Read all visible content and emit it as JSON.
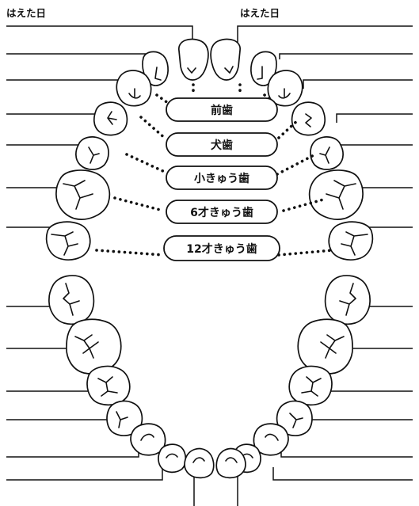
{
  "header_labels": {
    "left": "はえた日",
    "right": "はえた日"
  },
  "tooth_types": [
    {
      "key": "incisors",
      "label": "前歯"
    },
    {
      "key": "canines",
      "label": "犬歯"
    },
    {
      "key": "first_molars",
      "label": "小きゅう歯"
    },
    {
      "key": "second_molars",
      "label": "6才きゅう歯"
    },
    {
      "key": "twelve_year_molars",
      "label": "12才きゅう歯"
    }
  ]
}
